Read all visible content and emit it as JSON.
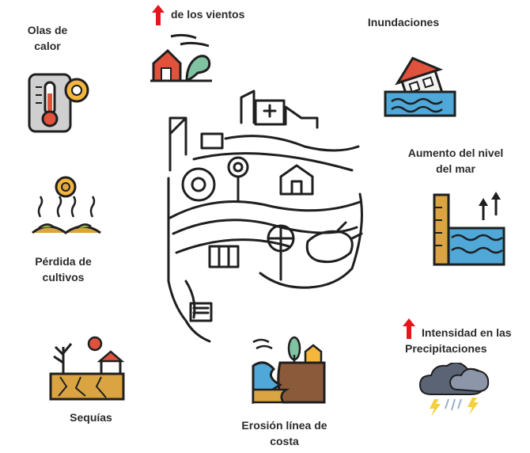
{
  "labels": {
    "olas_calor": "Olas de calor",
    "vientos": "de los vientos",
    "inundaciones": "Inundaciones",
    "nivel_mar": "Aumento del nivel del mar",
    "perdida_cultivos": "Pérdida de cultivos",
    "intensidad_1": "Intensidad en las",
    "intensidad_2": "Precipitaciones",
    "sequias": "Sequías",
    "erosion": "Erosión línea de costa"
  },
  "colors": {
    "arrow": "#e8141c",
    "water": "#4fa8d8",
    "sand": "#d9a441",
    "roof": "#e1523d",
    "outline": "#1f1f1f"
  },
  "icons": {
    "heat": "thermometer-sun-icon",
    "wind": "wind-storm-icon",
    "flood": "flooded-house-icon",
    "sea": "sea-level-ruler-icon",
    "crops": "wilting-crops-icon",
    "rain": "storm-cloud-icon",
    "drought": "cracked-earth-icon",
    "erosion": "coastal-erosion-icon",
    "center": "argentina-map-collage-icon"
  }
}
